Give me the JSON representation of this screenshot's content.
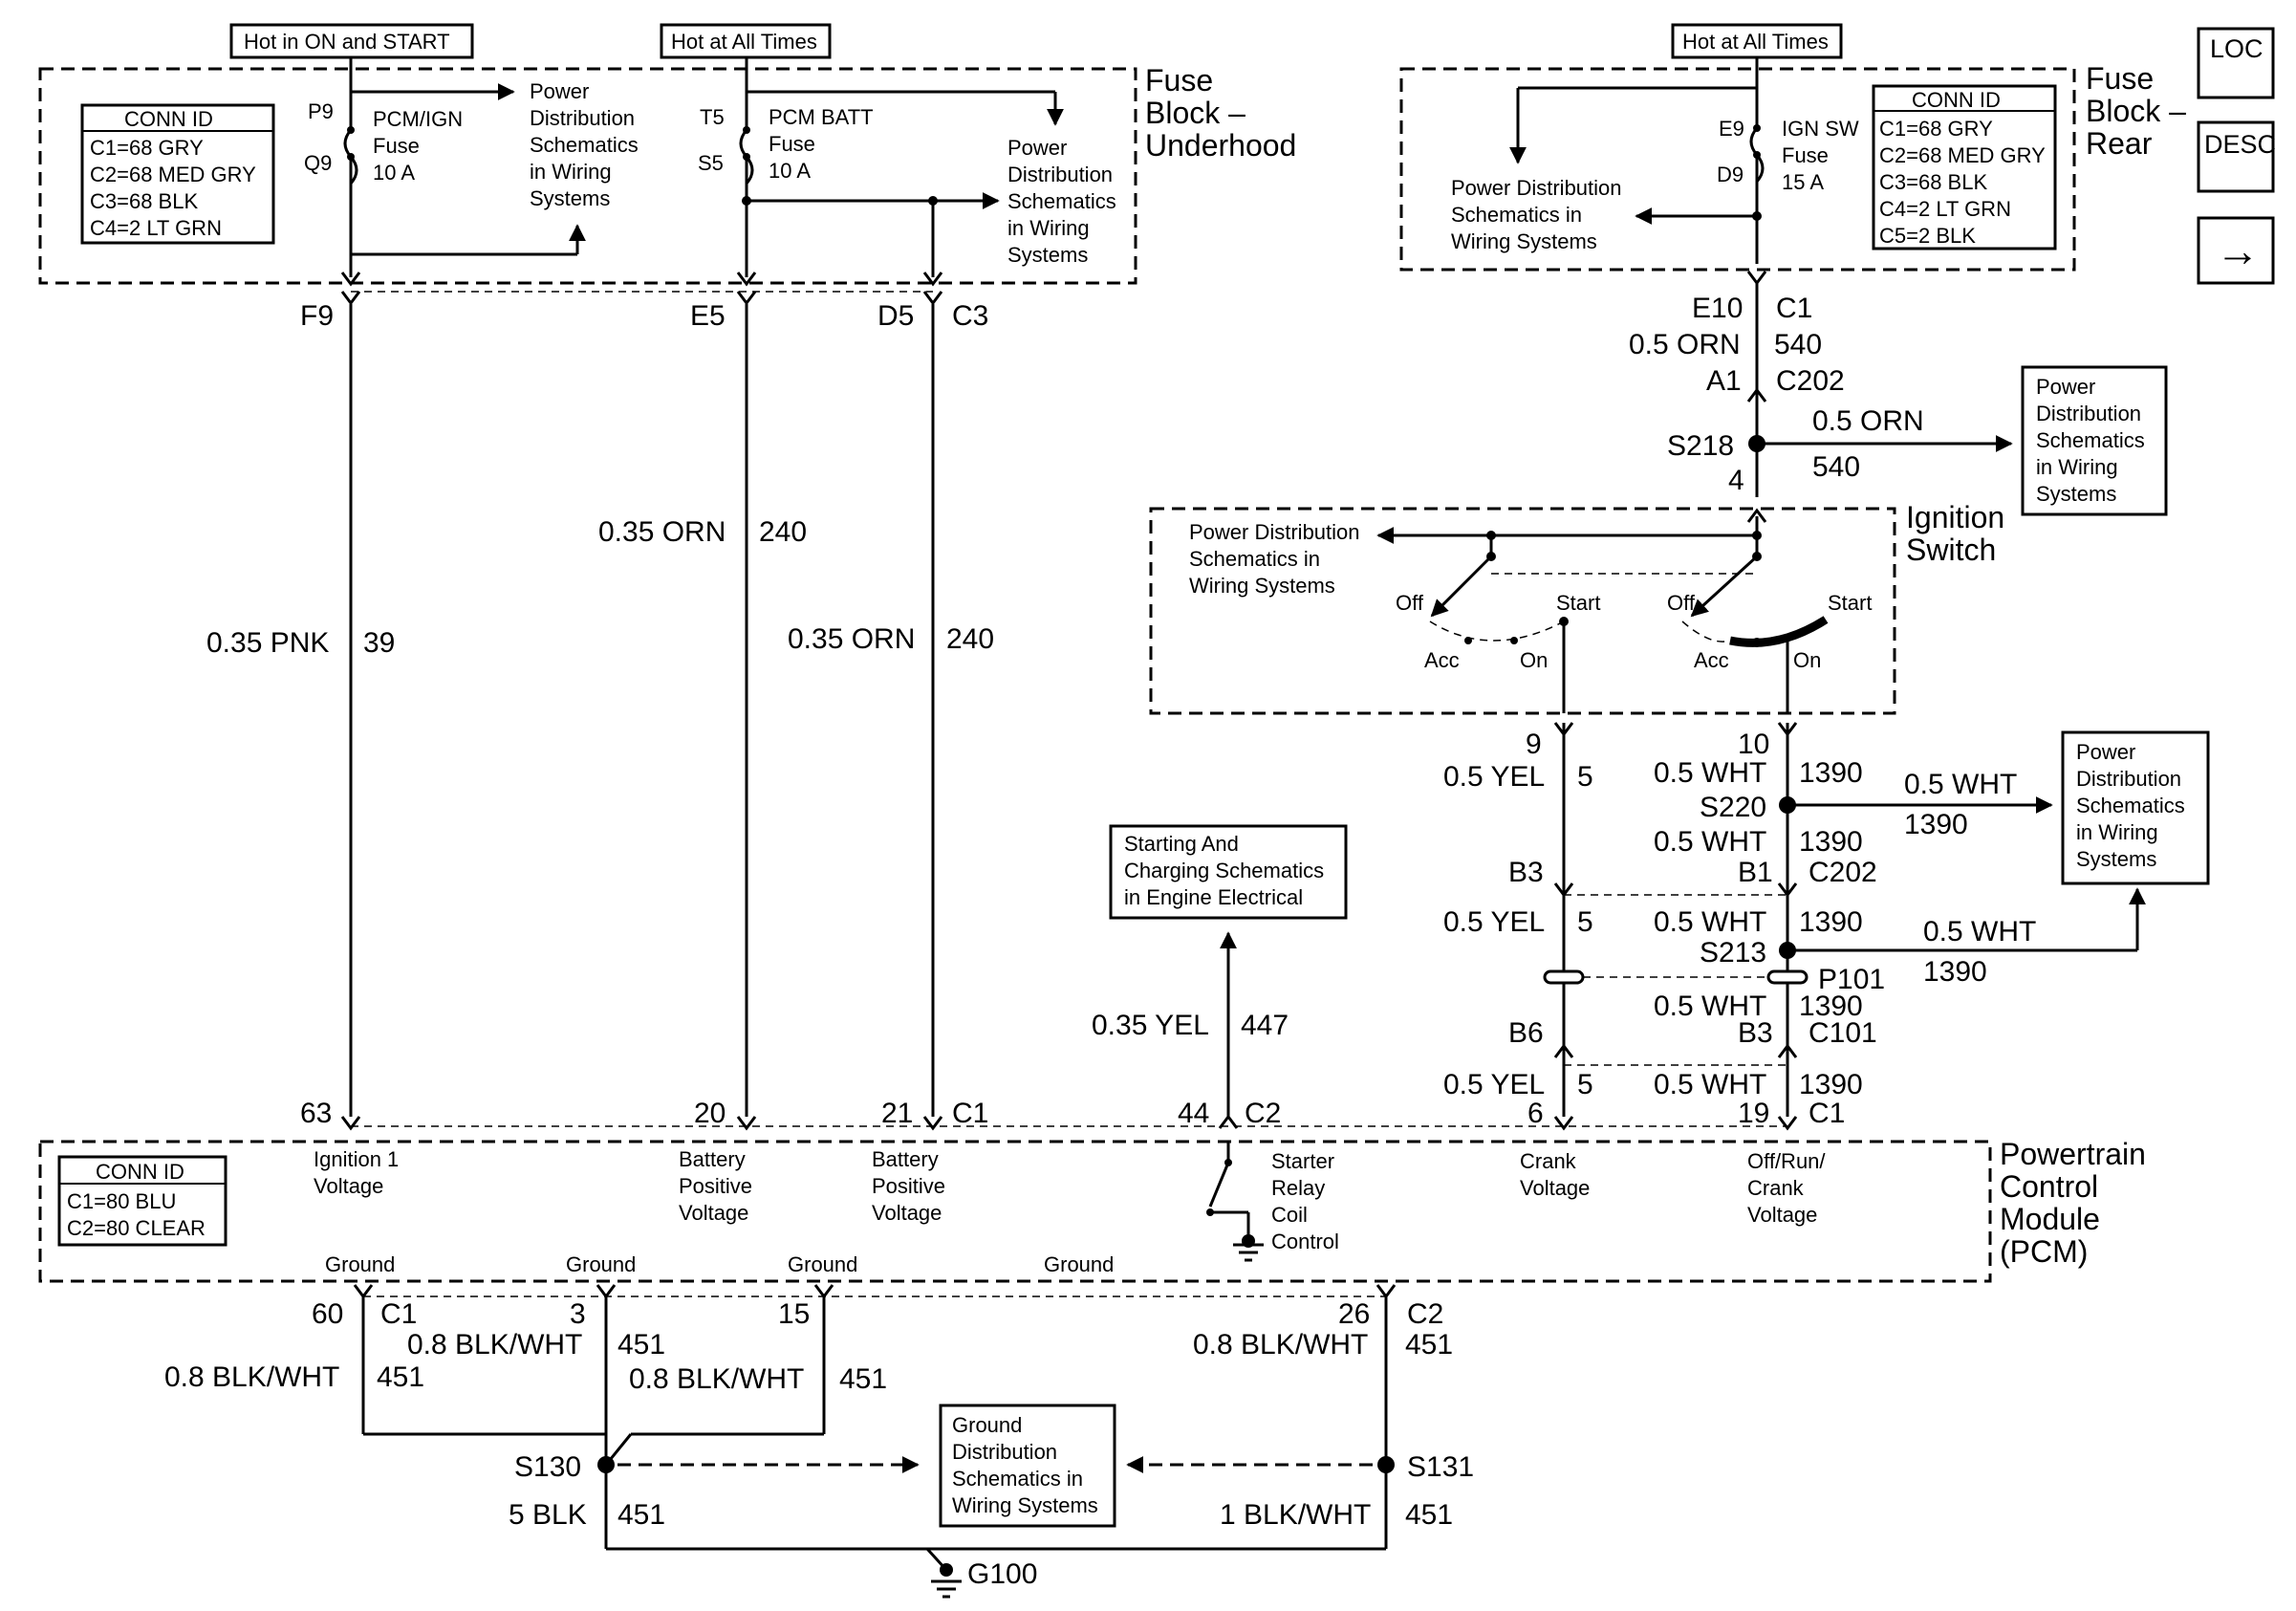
{
  "headers": {
    "hot_on_start": "Hot in ON and START",
    "hot_all_times_1": "Hot at All Times",
    "hot_all_times_2": "Hot at All Times"
  },
  "fuse_block_underhood": {
    "title_1": "Fuse",
    "title_2": "Block –",
    "title_3": "Underhood",
    "conn_id_title": "CONN ID",
    "conn": [
      "C1=68 GRY",
      "C2=68 MED GRY",
      "C3=68 BLK",
      "C4=2 LT GRN"
    ],
    "fuse1": {
      "top_pin": "P9",
      "bottom_pin": "Q9",
      "name_1": "PCM/IGN",
      "name_2": "Fuse",
      "rating": "10 A"
    },
    "fuse2": {
      "top_pin": "T5",
      "bottom_pin": "S5",
      "name_1": "PCM BATT",
      "name_2": "Fuse",
      "rating": "10 A"
    },
    "pd_ref_1": [
      "Power",
      "Distribution",
      "Schematics",
      "in Wiring",
      "Systems"
    ],
    "pd_ref_2": [
      "Power",
      "Distribution",
      "Schematics",
      "in Wiring",
      "Systems"
    ],
    "pins": {
      "f9": "F9",
      "e5": "E5",
      "d5": "D5",
      "c3": "C3"
    }
  },
  "fuse_block_rear": {
    "title_1": "Fuse",
    "title_2": "Block –",
    "title_3": "Rear",
    "conn_id_title": "CONN ID",
    "conn": [
      "C1=68 GRY",
      "C2=68 MED GRY",
      "C3=68 BLK",
      "C4=2 LT GRN",
      "C5=2 BLK"
    ],
    "fuse": {
      "top_pin": "E9",
      "bottom_pin": "D9",
      "name_1": "IGN SW",
      "name_2": "Fuse",
      "rating": "15 A"
    },
    "pd_ref": [
      "Power Distribution",
      "Schematics in",
      "Wiring Systems"
    ]
  },
  "nav": {
    "loc": "LOC",
    "desc": "DESC",
    "next": "→"
  },
  "wires": {
    "w39": {
      "color": "0.35 PNK",
      "circuit": "39"
    },
    "w240a": {
      "color": "0.35 ORN",
      "circuit": "240"
    },
    "w240b": {
      "color": "0.35 ORN",
      "circuit": "240"
    },
    "w447": {
      "color": "0.35 YEL",
      "circuit": "447"
    },
    "w540": {
      "color": "0.5 ORN",
      "circuit": "540"
    },
    "w540_branch": {
      "color": "0.5 ORN",
      "circuit": "540"
    },
    "w5_a": {
      "color": "0.5 YEL",
      "circuit": "5"
    },
    "w5_b": {
      "color": "0.5 YEL",
      "circuit": "5"
    },
    "w5_c": {
      "color": "0.5 YEL",
      "circuit": "5"
    },
    "w1390_a": {
      "color": "0.5 WHT",
      "circuit": "1390"
    },
    "w1390_b": {
      "color": "0.5 WHT",
      "circuit": "1390"
    },
    "w1390_c": {
      "color": "0.5 WHT",
      "circuit": "1390"
    },
    "w1390_d": {
      "color": "0.5 WHT",
      "circuit": "1390"
    },
    "w1390_e": {
      "color": "0.5 WHT",
      "circuit": "1390"
    },
    "w1390_br1": {
      "color": "0.5 WHT",
      "circuit": "1390"
    },
    "w1390_br2": {
      "color": "0.5 WHT",
      "circuit": "1390"
    },
    "g_60": {
      "color": "0.8 BLK/WHT",
      "circuit": "451"
    },
    "g_3": {
      "color": "0.8 BLK/WHT",
      "circuit": "451"
    },
    "g_15": {
      "color": "0.8 BLK/WHT",
      "circuit": "451"
    },
    "g_26": {
      "color": "0.8 BLK/WHT",
      "circuit": "451"
    },
    "g_s130": {
      "color": "5 BLK",
      "circuit": "451"
    },
    "g_s131": {
      "color": "1 BLK/WHT",
      "circuit": "451"
    }
  },
  "connectors": {
    "e10": "E10",
    "c1_rear": "C1",
    "a1": "A1",
    "c202_a": "C202",
    "s218": "S218",
    "p4": "4",
    "p9": "9",
    "p10": "10",
    "s220": "S220",
    "b3_a": "B3",
    "b1": "B1",
    "c202_b": "C202",
    "s213": "S213",
    "p101": "P101",
    "b6": "B6",
    "b3_b": "B3",
    "c101": "C101",
    "p6": "6",
    "p19": "19",
    "c1_pcm_r": "C1",
    "p63": "63",
    "p20": "20",
    "p21": "21",
    "c1_pcm": "C1",
    "p44": "44",
    "c2_pcm": "C2",
    "p60": "60",
    "c1_g": "C1",
    "p3": "3",
    "p15": "15",
    "p26": "26",
    "c2_g": "C2",
    "s130": "S130",
    "s131": "S131",
    "g100": "G100"
  },
  "ignition_switch": {
    "title_1": "Ignition",
    "title_2": "Switch",
    "pd_ref": [
      "Power Distribution",
      "Schematics in",
      "Wiring Systems"
    ],
    "left": {
      "off": "Off",
      "start": "Start",
      "acc": "Acc",
      "on": "On"
    },
    "right": {
      "off": "Off",
      "start": "Start",
      "acc": "Acc",
      "on": "On"
    }
  },
  "pd_boxes": {
    "s218": [
      "Power",
      "Distribution",
      "Schematics",
      "in Wiring",
      "Systems"
    ],
    "s220": [
      "Power",
      "Distribution",
      "Schematics",
      "in Wiring",
      "Systems"
    ]
  },
  "starting_box": [
    "Starting And",
    "Charging Schematics",
    "in Engine Electrical"
  ],
  "ground_box": [
    "Ground",
    "Distribution",
    "Schematics in",
    "Wiring Systems"
  ],
  "pcm": {
    "title_1": "Powertrain",
    "title_2": "Control",
    "title_3": "Module",
    "title_4": "(PCM)",
    "conn_id_title": "CONN ID",
    "conn": [
      "C1=80 BLU",
      "C2=80 CLEAR"
    ],
    "ign1": [
      "Ignition 1",
      "Voltage"
    ],
    "bpv1": [
      "Battery",
      "Positive",
      "Voltage"
    ],
    "bpv2": [
      "Battery",
      "Positive",
      "Voltage"
    ],
    "starter": [
      "Starter",
      "Relay",
      "Coil",
      "Control"
    ],
    "crank": [
      "Crank",
      "Voltage"
    ],
    "offrun": [
      "Off/Run/",
      "Crank",
      "Voltage"
    ],
    "grounds": [
      "Ground",
      "Ground",
      "Ground",
      "Ground"
    ]
  }
}
